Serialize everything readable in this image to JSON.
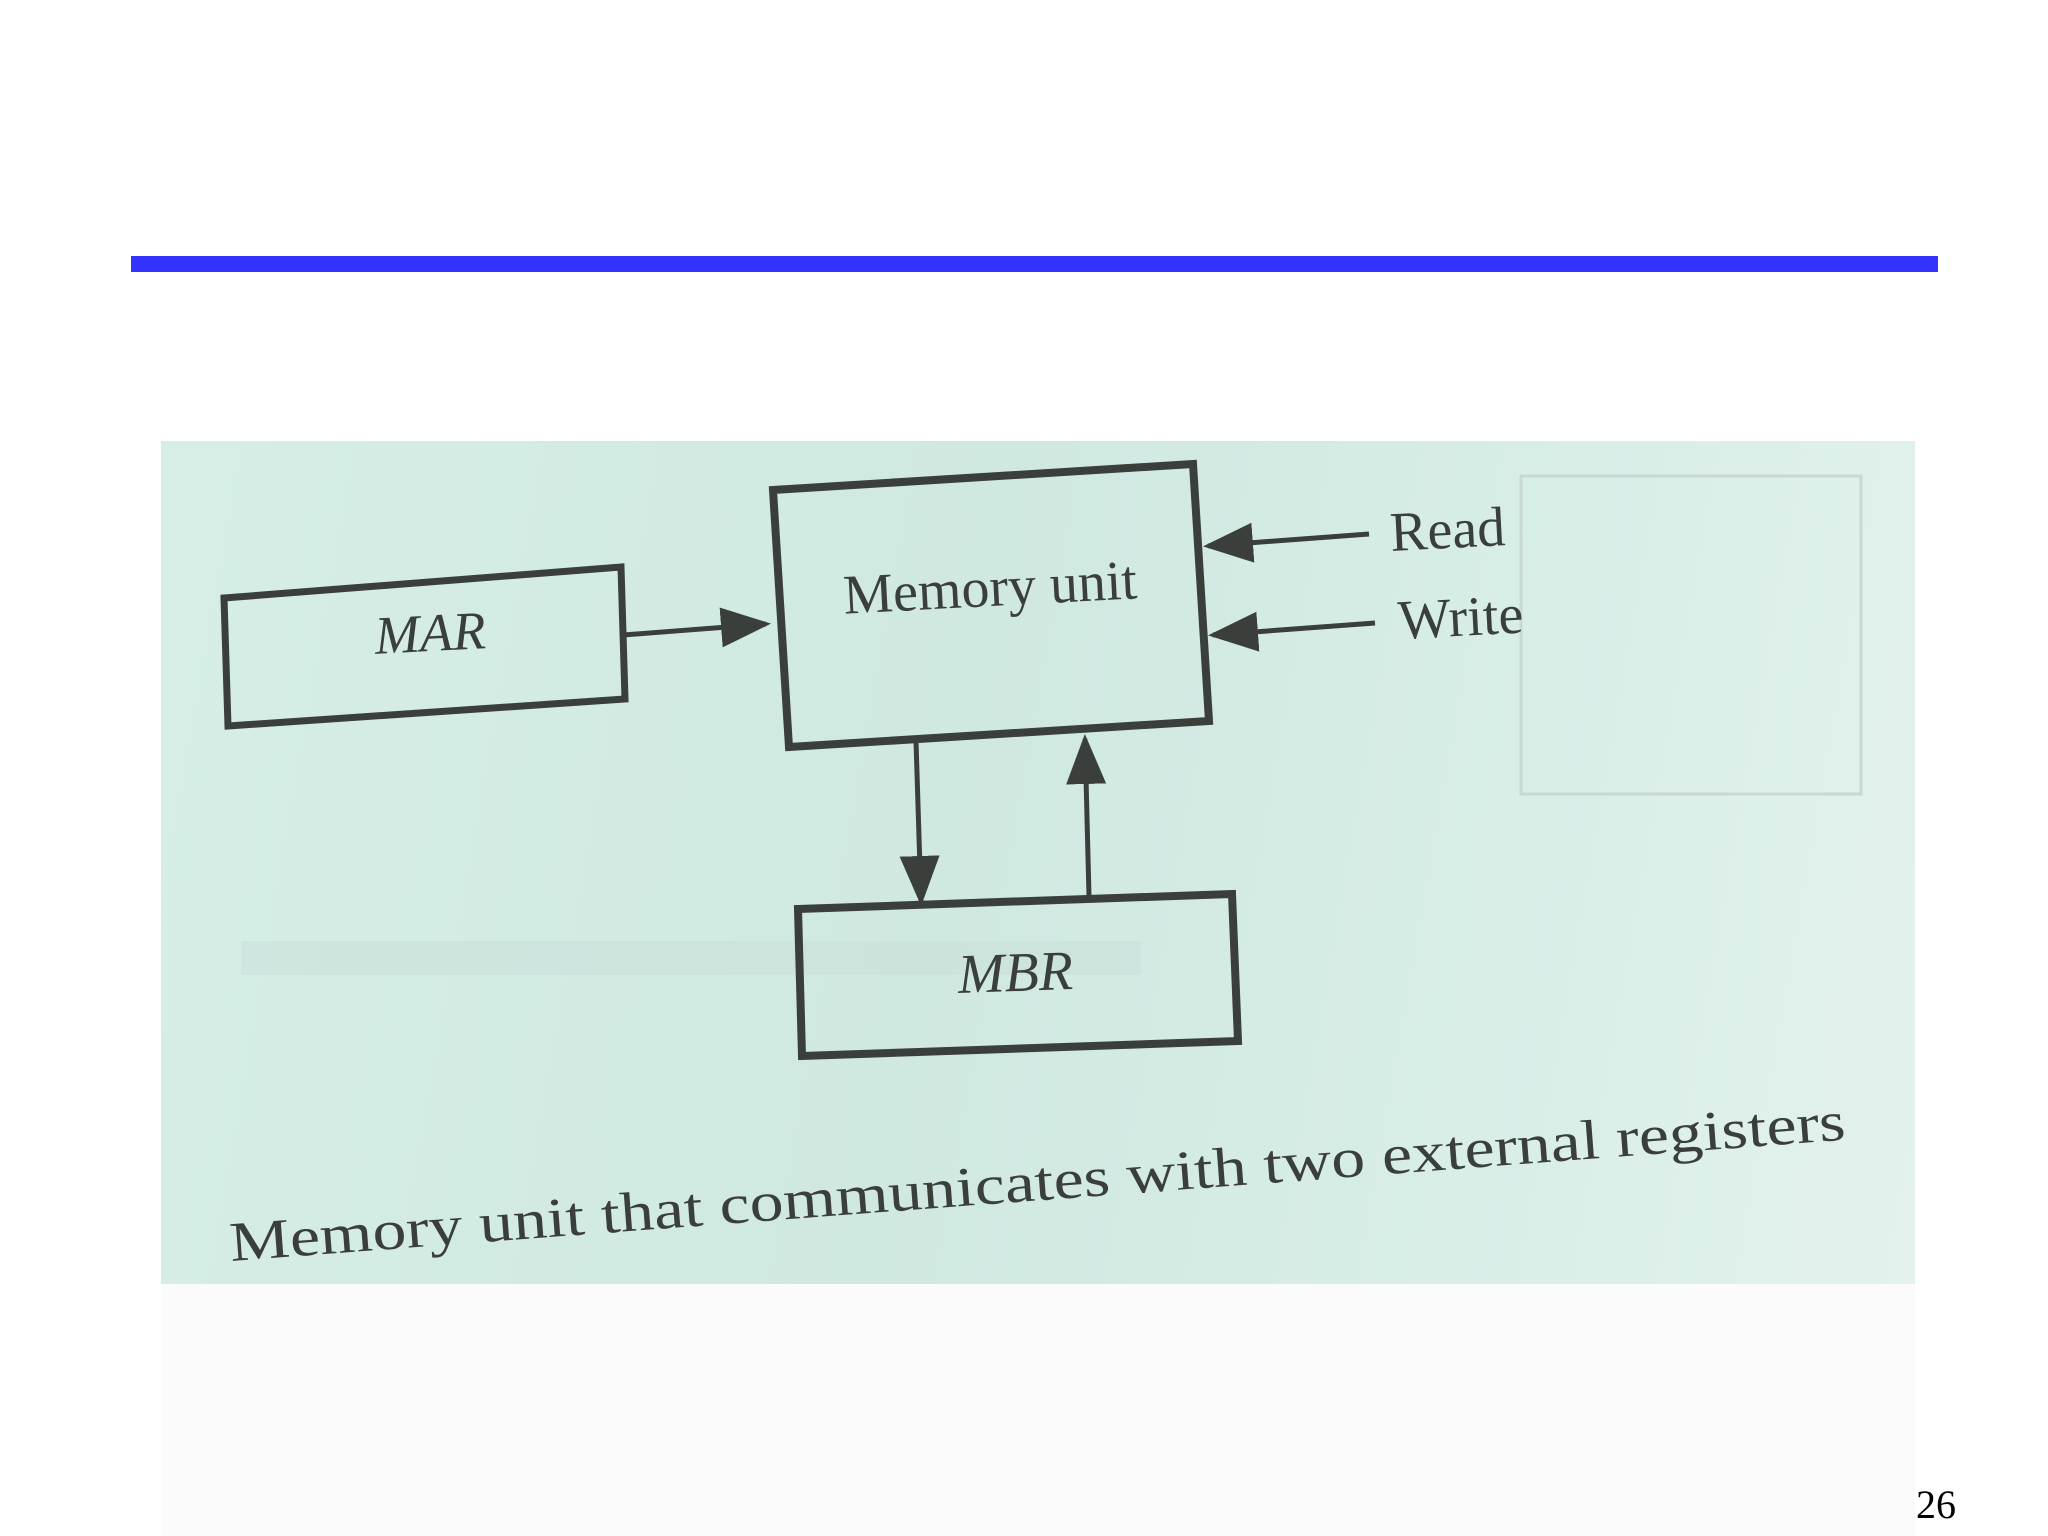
{
  "slide": {
    "page_number": "26",
    "rule_color": "#3333ff"
  },
  "diagram": {
    "mar_label": "MAR",
    "memory_label": "Memory unit",
    "mbr_label": "MBR",
    "read_label": "Read",
    "write_label": "Write",
    "caption": "Memory unit that communicates with two external registers"
  }
}
